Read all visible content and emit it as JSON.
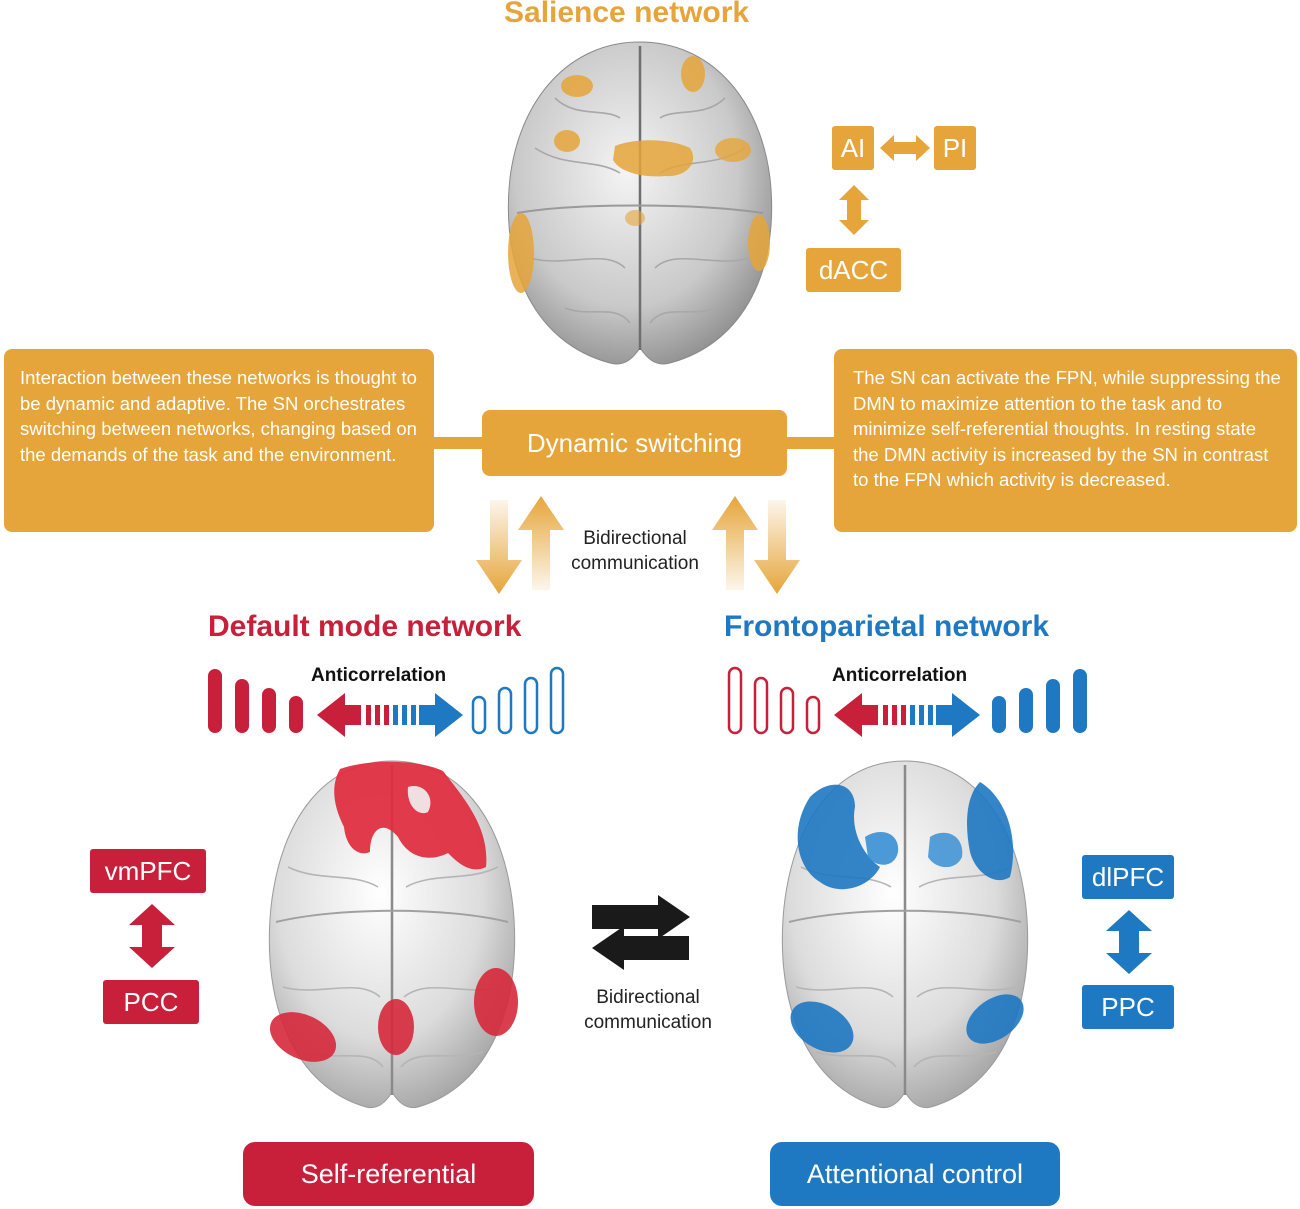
{
  "salience": {
    "title": "Salience network",
    "nodes": {
      "ai": "AI",
      "pi": "PI",
      "dacc": "dACC"
    }
  },
  "left_box": {
    "text": "Interaction between these networks is thought to be dynamic and adaptive. The SN orchestrates switching between networks, changing based on the demands of the task and the environment."
  },
  "right_box": {
    "text": "The SN can activate the FPN, while suppressing the DMN to maximize attention to the task and to minimize self-referential thoughts. In resting state the DMN activity is increased by the SN in contrast to the FPN which activity is decreased."
  },
  "center": {
    "label": "Dynamic switching"
  },
  "upper_comm": {
    "line1": "Bidirectional",
    "line2": "communication"
  },
  "lower_comm": {
    "line1": "Bidirectional",
    "line2": "communication"
  },
  "dmn": {
    "title": "Default mode network",
    "anticorrelation": "Anticorrelation",
    "nodes": {
      "top": "vmPFC",
      "bottom": "PCC"
    },
    "function": "Self-referential"
  },
  "fpn": {
    "title": "Frontoparietal network",
    "anticorrelation": "Anticorrelation",
    "nodes": {
      "top": "dlPFC",
      "bottom": "PPC"
    },
    "function": "Attentional control"
  },
  "colors": {
    "salience": "#e6a53a",
    "dmn": "#c8203a",
    "fpn": "#1e78c2",
    "arrow_black": "#1a1a1a"
  }
}
